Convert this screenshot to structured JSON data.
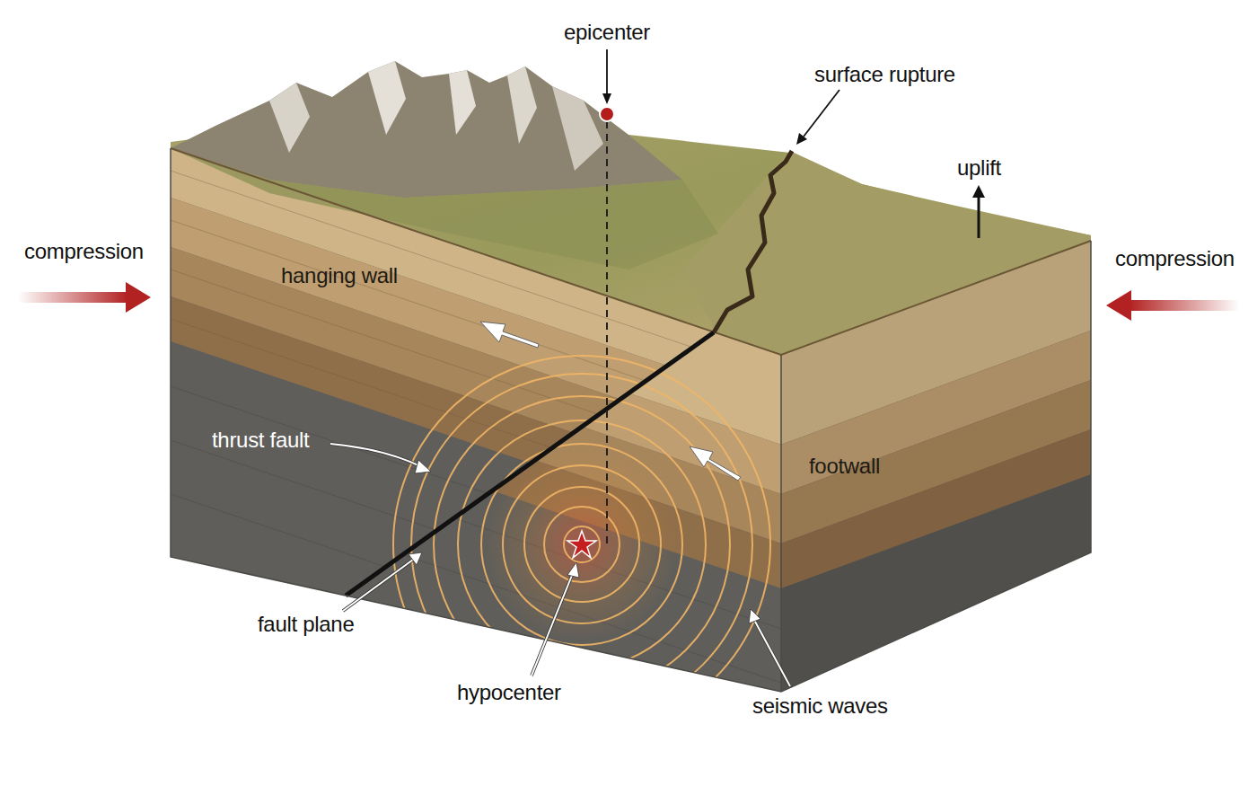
{
  "diagram": {
    "labels": [
      "epicenter",
      "surface rupture",
      "uplift",
      "compression",
      "compression",
      "hanging wall",
      "thrust fault",
      "footwall",
      "fault plane",
      "hypocenter",
      "seismic waves"
    ]
  }
}
